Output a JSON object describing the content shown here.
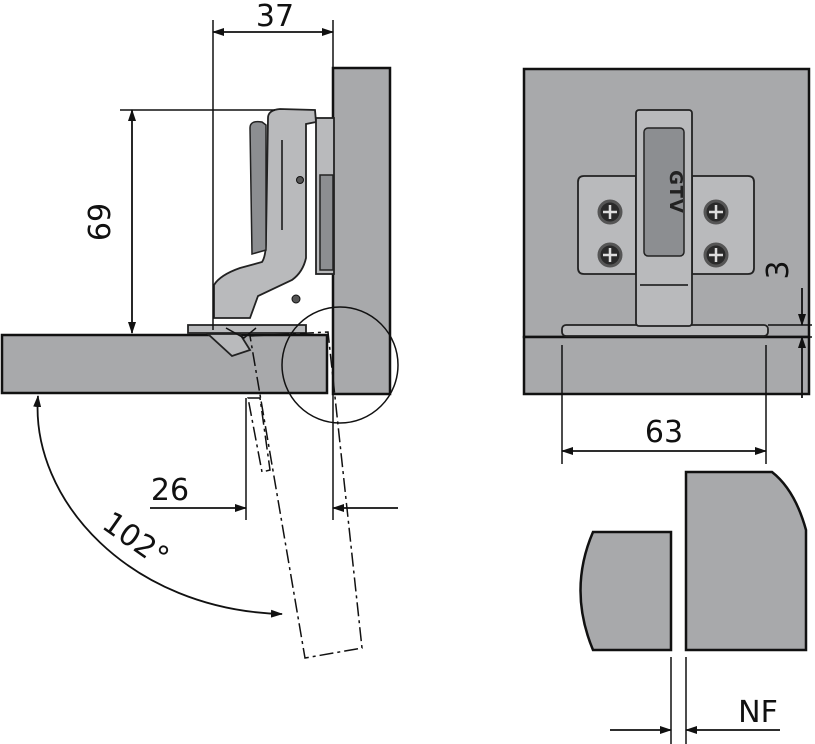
{
  "figure": {
    "brand_mark": "GTV",
    "dimensions": {
      "width_37": "37",
      "height_69": "69",
      "offset_26": "26",
      "angle_102": "102°",
      "thickness_3": "3",
      "width_63": "63",
      "gap_nf": "NF"
    }
  }
}
